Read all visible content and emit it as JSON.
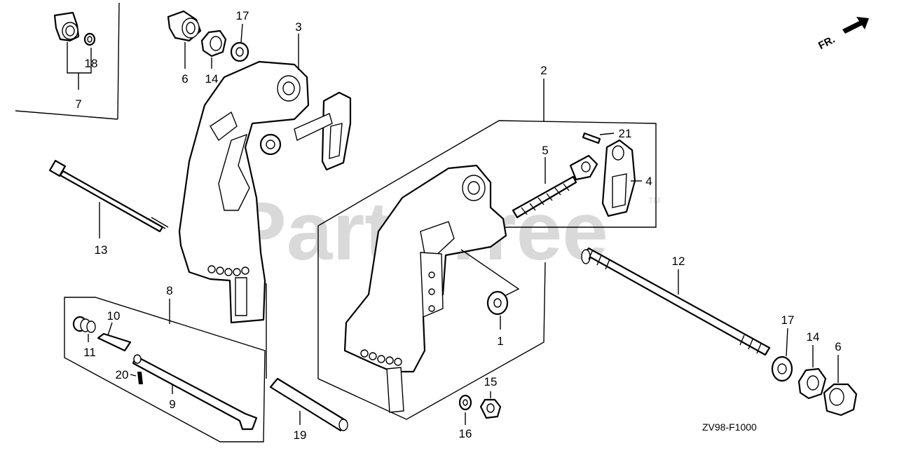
{
  "watermark": {
    "text": "PartsTree",
    "trademark": "TM"
  },
  "direction_label": "FR.",
  "diagram_code": "ZV98-F1000",
  "callouts": {
    "c1": "1",
    "c2": "2",
    "c3": "3",
    "c4": "4",
    "c5": "5",
    "c6a": "6",
    "c6b": "6",
    "c7": "7",
    "c8": "8",
    "c9": "9",
    "c10": "10",
    "c11": "11",
    "c12": "12",
    "c13": "13",
    "c14a": "14",
    "c14b": "14",
    "c15": "15",
    "c16": "16",
    "c17a": "17",
    "c17b": "17",
    "c18": "18",
    "c19": "19",
    "c20": "20",
    "c21": "21"
  }
}
